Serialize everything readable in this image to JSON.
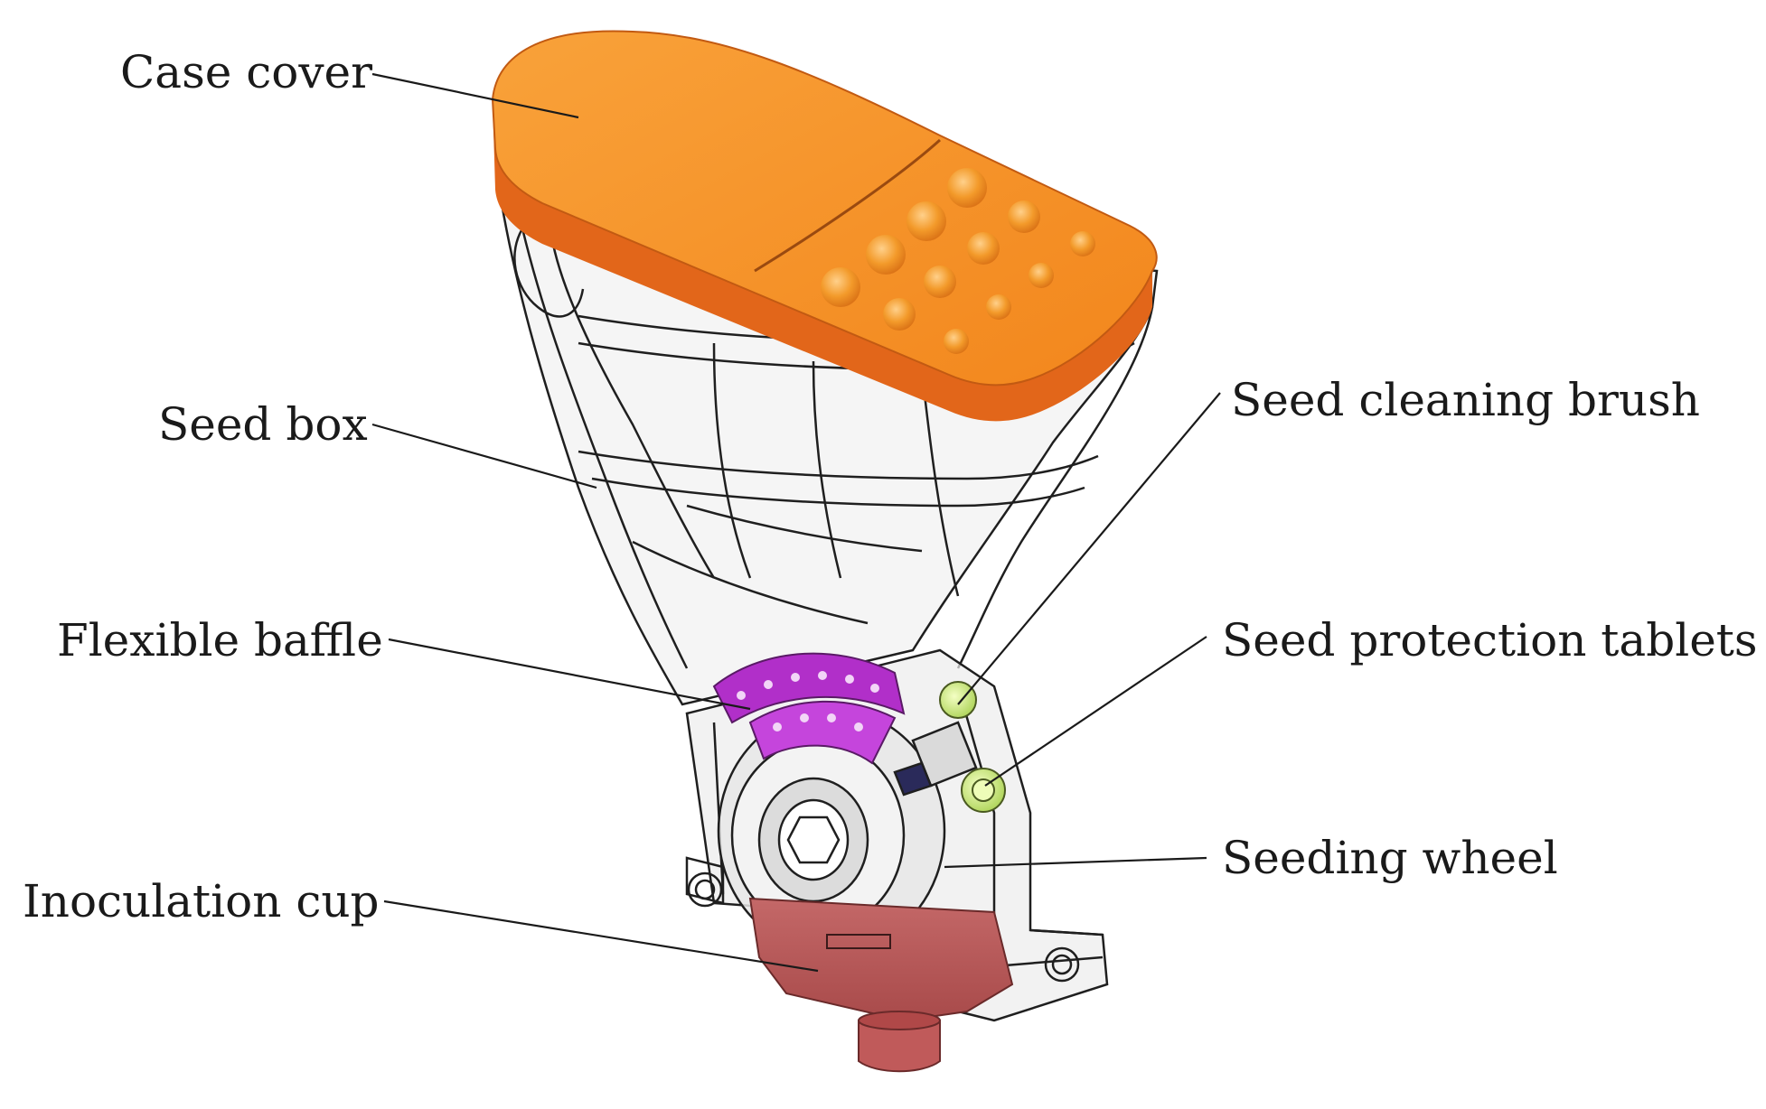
{
  "labels": {
    "case_cover": "Case cover",
    "seed_box": "Seed box",
    "flexible_baffle": "Flexible baffle",
    "inoculation_cup": "Inoculation cup",
    "seed_cleaning_brush": "Seed cleaning brush",
    "seed_protection_tablets": "Seed protection tablets",
    "seeding_wheel": "Seeding wheel"
  },
  "colors": {
    "case_cover": "#f7901e",
    "case_cover_dark": "#e2661a",
    "flexible_baffle": "#b12fc9",
    "inoculation_cup": "#b35555",
    "seed_protection_tablets": "#c9e86a",
    "wireframe": "#1f1f1f"
  }
}
